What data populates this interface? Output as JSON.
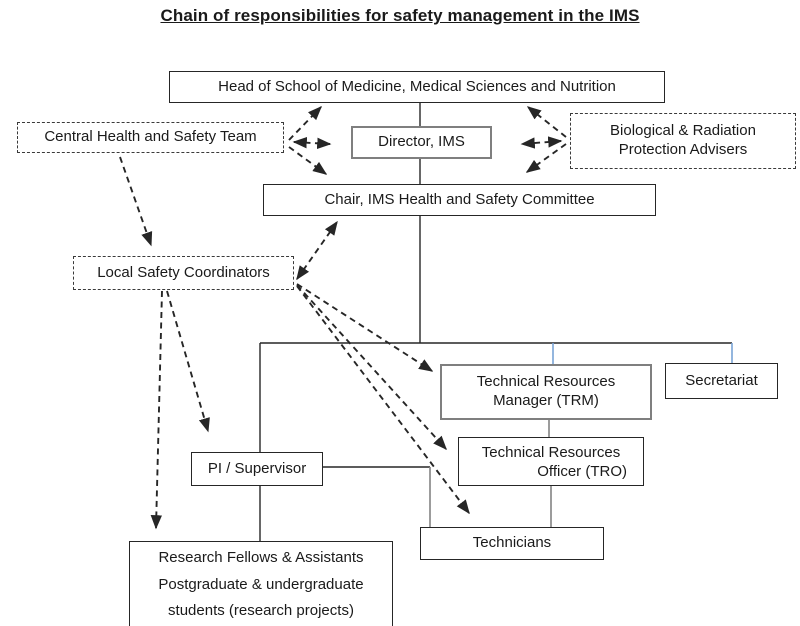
{
  "title": "Chain of responsibilities for safety management in the IMS",
  "boxes": {
    "head_of_school": {
      "label": "Head of School of Medicine, Medical Sciences and Nutrition"
    },
    "central_health_team": {
      "label": "Central Health and Safety Team"
    },
    "director_ims": {
      "label": "Director, IMS"
    },
    "biological_radiation_advisers": {
      "line1": "Biological & Radiation",
      "line2": "Protection Advisers"
    },
    "chair_committee": {
      "label": "Chair, IMS Health and Safety Committee"
    },
    "local_safety_coordinators": {
      "label": "Local Safety Coordinators"
    },
    "technical_resources_manager": {
      "line1": "Technical Resources",
      "line2": "Manager (TRM)"
    },
    "secretariat": {
      "label": "Secretariat"
    },
    "technical_resources_officer": {
      "line1": "Technical Resources",
      "line2": "Officer (TRO)"
    },
    "pi_supervisor": {
      "label": "PI / Supervisor"
    },
    "technicians": {
      "label": "Technicians"
    },
    "research_group": {
      "line1": "Research Fellows & Assistants",
      "line2": "Postgraduate & undergraduate",
      "line3": "students (research projects)"
    }
  },
  "colors": {
    "line": "#262626",
    "blue_connector": "#7aa3d6",
    "gray_connector": "#8a8a8a",
    "gray_border": "#7f7f7f"
  }
}
